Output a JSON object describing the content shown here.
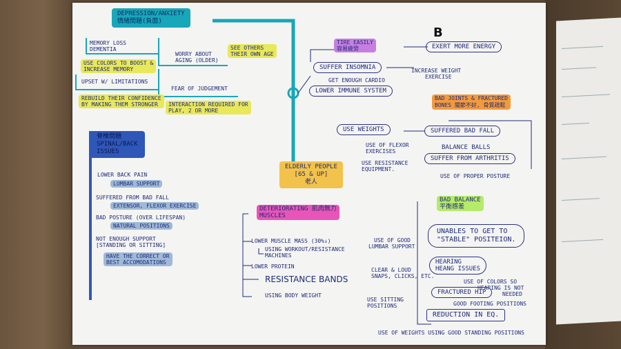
{
  "nodes": {
    "depression_title": "DEPRESSION/ANXIETY",
    "depression_cn": "情緒問題(負面)",
    "memory_loss": "MEMORY LOSS",
    "dementia": "DEMENTIA",
    "use_colors_1": "USE COLORS TO BOOST &",
    "use_colors_2": "INCREASE MEMORY",
    "worry_aging_1": "WORRY ABOUT",
    "worry_aging_2": "AGING (OLDER)",
    "see_others_1": "SEE OTHERS",
    "see_others_2": "THEIR OWN AGE",
    "upset_limitations": "UPSET W/ LIMITATIONS",
    "rebuild_1": "REBUILD THEIR CONFIDENCE",
    "rebuild_2": "BY MAKING THEM STRONGER",
    "fear_judgement": "FEAR OF JUDGEMENT",
    "interaction_1": "INTERACTION REQUIRED FOR",
    "interaction_2": "PLAY, 2 OR MORE",
    "spinal_cn": "脊椎問題",
    "spinal_1": "SPINAL/BACK",
    "spinal_2": "ISSUES",
    "lower_back_pain": "LOWER BACK PAIN",
    "lumbar_support": "LUMBAR SUPPORT",
    "suffered_fall_1": "SUFFERED FROM BAD FALL",
    "extensor": "EXTENSOR, FLEXOR EXERCISE",
    "bad_posture": "BAD POSTURE (OVER LIFESPAN)",
    "natural_positions": "NATURAL POSITIONS",
    "not_enough_support_1": "NOT ENOUGH SUPPORT",
    "not_enough_support_2": "[STANDING OR SITTING]",
    "have_correct_1": "HAVE THE CORRECT OR",
    "have_correct_2": "BEST ACCOMODATIONS",
    "elderly_1": "ELDERLY PEOPLE",
    "elderly_2": "[65 & UP]",
    "elderly_cn": "老人",
    "tire_easily": "TIRE EASILY",
    "tire_cn": "容易疲勞",
    "b_mark": "B",
    "exert_energy": "EXERT MORE ENERGY",
    "suffer_insomnia": "SUFFER INSOMNIA",
    "increase_weight_1": "INCREASE WEIGHT",
    "increase_weight_2": "EXERCISE",
    "enough_cardio": "GET ENOUGH CARDIO",
    "lower_immune": "LOWER IMMUNE SYSTEM",
    "bad_joints_1": "BAD JOINTS & FRACTURED",
    "bad_joints_2": "BONES",
    "bad_joints_cn": "關節不好, 骨質疏鬆",
    "use_weights": "USE WEIGHTS",
    "suffered_bad_fall": "SUFFERED BAD FALL",
    "use_flexor_1": "USE OF FLEXOR",
    "use_flexor_2": "EXERCISES",
    "balance_balls": "BALANCE BALLS",
    "use_resistance_1": "USE RESISTANCE",
    "use_resistance_2": "EQUIPMENT.",
    "arthritis": "SUFFER FROM ARTHRITIS",
    "proper_posture": "USE OF PROPER POSTURE",
    "deteriorating_1": "DETERIORATING",
    "deteriorating_2": "MUSCLES",
    "deteriorating_cn": "肌肉無力",
    "lower_muscle_mass": "LOWER MUSCLE MASS (30%↓)",
    "using_workout_1": "USING WORKOUT/RESISTANCE",
    "using_workout_2": "MACHINES",
    "lower_protein": "LOWER PROTEIN",
    "resistance_bands": "RESISTANCE BANDS",
    "body_weight": "USING BODY WEIGHT",
    "bad_balance": "BAD BALANCE",
    "bad_balance_cn": "平衡感差",
    "use_good_1": "USE OF GOOD",
    "use_good_2": "LUMBAR SUPPORT",
    "unable_1": "UNABLES TO GET TO",
    "unable_2": "\"STABLE\" POSITEION.",
    "clear_loud_1": "CLEAR & LOUD",
    "clear_loud_2": "SNAPS, CLICKS, ETC.",
    "hearing_1": "HEARING",
    "hearing_2": "HEANG ISSUES",
    "use_colors_so_1": "USE OF COLORS SO",
    "use_colors_so_2": "HEARING IS NOT",
    "use_colors_so_3": "NEEDED",
    "use_sitting_1": "USE SITTING",
    "use_sitting_2": "POSITIONS",
    "fractured_hip": "FRACTURED HIP",
    "good_footing": "GOOD FOOTING POSITIONS",
    "reduction": "REDUCTION IN EQ.",
    "weights_standing": "USE OF WEIGHTS USING GOOD STANDING POSITIONS"
  },
  "colors": {
    "ink": "#1f2a7a",
    "teal": "#17a7b8",
    "yellow": "#e8e85a",
    "green": "#b6ea6a",
    "blue": "#2f57b8",
    "orange": "#f39a3c",
    "pink": "#e855b8",
    "purple": "#c67fe0"
  }
}
